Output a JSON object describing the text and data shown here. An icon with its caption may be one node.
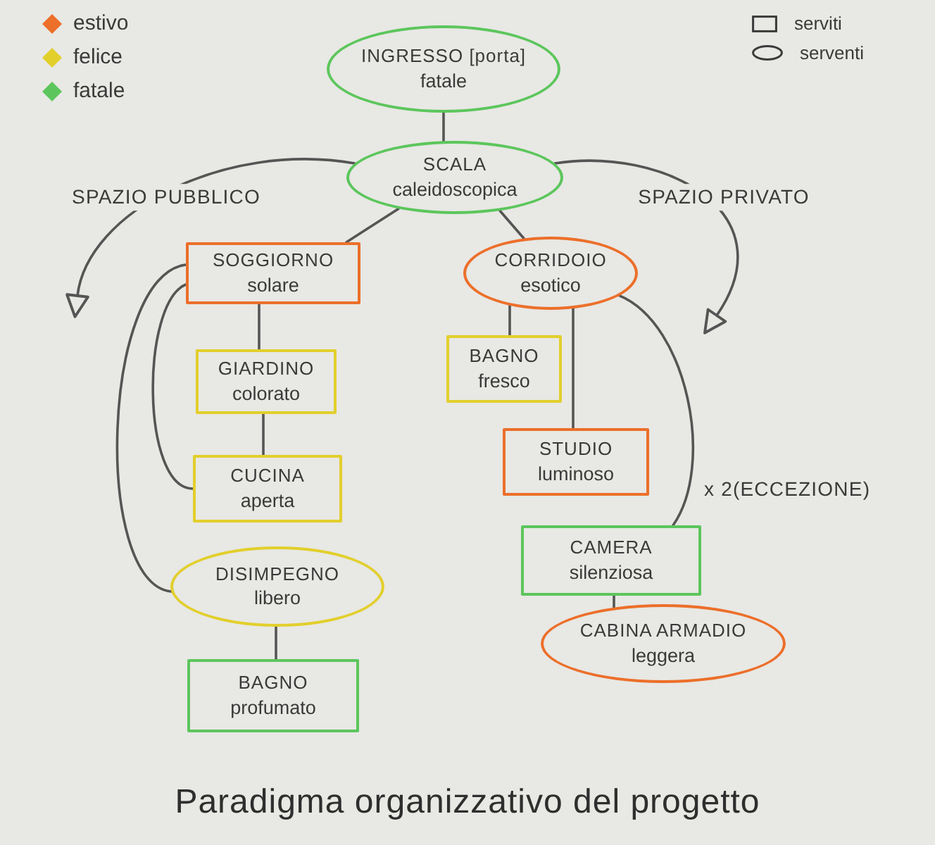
{
  "diagram": {
    "caption": "Paradigma organizzativo del progetto",
    "nodes": [
      {
        "text": [
          "INGRESSO [porta]",
          "fatale"
        ]
      },
      {
        "text": [
          "SCALA",
          "caleidoscopica"
        ]
      },
      {
        "text": [
          "SOGGIORNO",
          "solare"
        ]
      },
      {
        "text": [
          "CORRIDOIO",
          "esotico"
        ]
      },
      {
        "text": [
          "GIARDINO",
          "colorato"
        ]
      },
      {
        "text": [
          "BAGNO",
          "fresco"
        ]
      },
      {
        "text": [
          "CUCINA",
          "aperta"
        ]
      },
      {
        "text": [
          "STUDIO",
          "luminoso"
        ]
      },
      {
        "text": [
          "DISIMPEGNO",
          "libero"
        ]
      },
      {
        "text": [
          "CAMERA",
          "silenziosa"
        ]
      },
      {
        "text": [
          "CABINA ARMADIO",
          "leggera"
        ]
      },
      {
        "text": [
          "BAGNO",
          "profumato"
        ]
      }
    ],
    "edges": [
      {
        "from": 0,
        "to": 1,
        "arrow": "none"
      },
      {
        "from": 1,
        "to": 2,
        "arrow": "none"
      },
      {
        "from": 1,
        "to": 3,
        "arrow": "none"
      },
      {
        "from": 2,
        "to": 4,
        "arrow": "none"
      },
      {
        "from": 2,
        "to": 6,
        "arrow": "none"
      },
      {
        "from": 2,
        "to": 8,
        "arrow": "none"
      },
      {
        "from": 4,
        "to": 6,
        "arrow": "none"
      },
      {
        "from": 8,
        "to": 11,
        "arrow": "none"
      },
      {
        "from": 3,
        "to": 5,
        "arrow": "none"
      },
      {
        "from": 3,
        "to": 7,
        "arrow": "none"
      },
      {
        "from": 3,
        "to": 9,
        "arrow": "none",
        "label": "x 2(ECCEZIONE)"
      },
      {
        "from": 9,
        "to": 10,
        "arrow": "none"
      },
      {
        "from": 1,
        "to": null,
        "arrow": "to",
        "label": "SPAZIO PUBBLICO"
      },
      {
        "from": 1,
        "to": null,
        "arrow": "to",
        "label": "SPAZIO PRIVATO"
      }
    ],
    "legend": [
      {
        "text": "estivo",
        "color": "#ec6f2a"
      },
      {
        "text": "felice",
        "color": "#e2cf2c"
      },
      {
        "text": "fatale",
        "color": "#5cc65c"
      },
      {
        "text": "serviti"
      },
      {
        "text": "serventi"
      }
    ]
  }
}
